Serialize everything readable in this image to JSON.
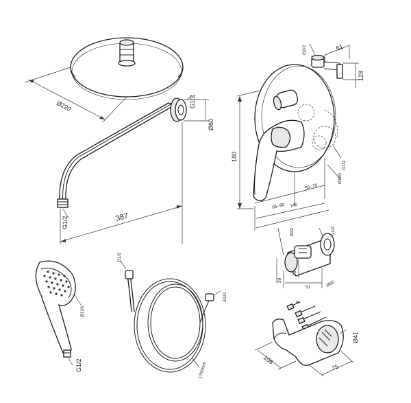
{
  "shower_head": {
    "diameter": "Ø220"
  },
  "shower_arm": {
    "thread_wall": "G1/2",
    "height": "Ø60",
    "length": "387",
    "thread_end": "G1/2"
  },
  "mixer": {
    "thread_top": "G1/2",
    "width_top": "51",
    "height_top": "128",
    "height": "180",
    "thread_right": "G1/2",
    "plate_diameter": "Ø150",
    "depth_range_a": "65–90",
    "depth_range_b": "50–75",
    "depth_total": "140"
  },
  "wall_outlet": {
    "dim_a": "Ø32",
    "dim_b": "G1/2",
    "dim_c": "Ø30",
    "dim_d": "30",
    "dim_e": "25",
    "dim_f": "51"
  },
  "hand_shower": {
    "diameter": "Ø120",
    "thread": "G1/2"
  },
  "hose": {
    "thread_a": "G1/2",
    "thread_b": "G1/2",
    "length": "1750mm"
  },
  "holder": {
    "diameter": "Ø41",
    "length": "106",
    "width": "75"
  }
}
